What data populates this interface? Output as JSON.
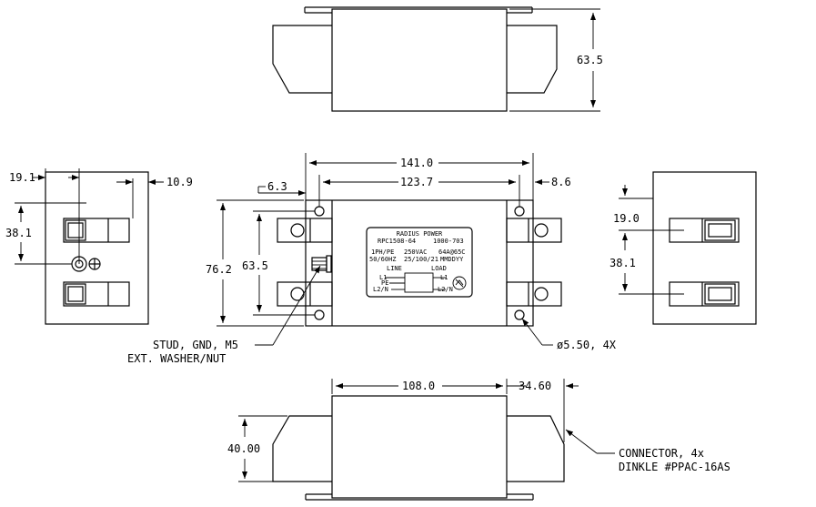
{
  "dimensions": {
    "top_height": "63.5",
    "left_top_a": "19.1",
    "left_top_b": "10.9",
    "left_side": "38.1",
    "overall_width": "141.0",
    "hole_spacing": "123.7",
    "offset_left": "6.3",
    "offset_right": "8.6",
    "overall_height": "76.2",
    "hole_height": "63.5",
    "right_top": "19.0",
    "right_side": "38.1",
    "bottom_width": "108.0",
    "connector_extension": "34.60",
    "bottom_height": "40.00"
  },
  "callouts": {
    "stud_line1": "STUD, GND, M5",
    "stud_line2": "EXT. WASHER/NUT",
    "hole": "ø5.50, 4X",
    "connector_line1": "CONNECTOR, 4x",
    "connector_line2": "DINKLE #PPAC-16AS"
  },
  "nameplate": {
    "brand": "RADIUS POWER",
    "model": "RPC1508-64",
    "code": "1000-703",
    "phase": "1PH/PE",
    "voltage": "250VAC",
    "current": "64A@65C",
    "frequency": "50/60HZ",
    "climate": "25/100/21",
    "date_code": "MMDDYY",
    "line": "LINE",
    "load": "LOAD",
    "l1_left": "L1",
    "pe": "PE",
    "l2n_left": "L2/N",
    "l1_right": "L1",
    "l2n_right": "L2/N"
  }
}
